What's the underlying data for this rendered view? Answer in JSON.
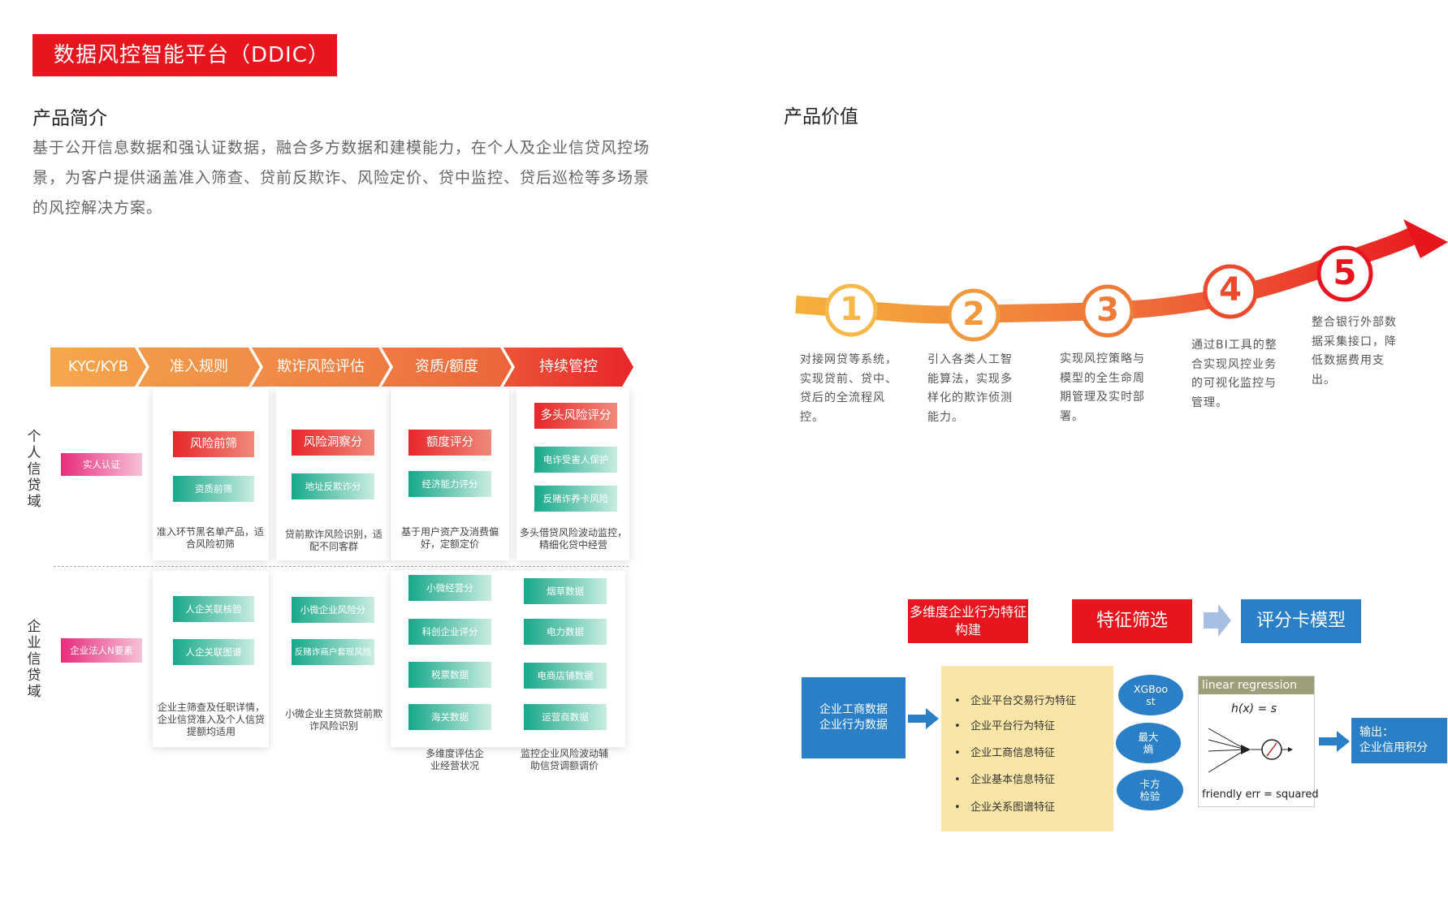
{
  "page_title": "数据风控智能平台（DDIC）",
  "intro": {
    "heading": "产品简介",
    "text": "基于公开信息数据和强认证数据，融合多方数据和建模能力，在个人及企业信贷风控场景，为客户提供涵盖准入筛查、贷前反欺诈、风险定价、贷中监控、贷后巡检等多场景的风控解决方案。"
  },
  "value": {
    "heading": "产品价值",
    "steps": [
      {
        "num": "1",
        "text": "对接网贷等系统，实现贷前、贷中、贷后的全流程风控。"
      },
      {
        "num": "2",
        "text": "引入各类人工智能算法，实现多样化的欺诈侦测能力。"
      },
      {
        "num": "3",
        "text": "实现风控策略与模型的全生命周期管理及实时部署。"
      },
      {
        "num": "4",
        "text": "通过BI工具的整合实现风控业务的可视化监控与管理。"
      },
      {
        "num": "5",
        "text": "整合银行外部数据采集接口，降低数据费用支出。"
      }
    ]
  },
  "flow": {
    "stages": [
      "KYC/KYB",
      "准入规则",
      "欺诈风险评估",
      "资质/额度",
      "持续管控"
    ],
    "domains": [
      "个人信贷域",
      "企业信贷域"
    ],
    "personal": {
      "kyc": "实人认证",
      "access": {
        "red": "风险前筛",
        "green": [
          "资质前筛"
        ],
        "desc": "准入环节黑名单产品，适合风险初筛"
      },
      "fraud": {
        "red": "风险洞察分",
        "green": [
          "地址反欺诈分"
        ],
        "desc": "贷前欺诈风险识别，适配不同客群"
      },
      "quota": {
        "red": "额度评分",
        "green": [
          "经济能力评分"
        ],
        "desc": "基于用户资产及消费偏好，定额定价"
      },
      "monitor": {
        "red": "多头风险评分",
        "green": [
          "电诈受害人保护",
          "反赌诈养卡风险"
        ],
        "desc": "多头借贷风险波动监控，精细化贷中经营"
      }
    },
    "enterprise": {
      "kyc": "企业法人N要素",
      "access": {
        "green": [
          "人企关联核验",
          "人企关联图谱"
        ],
        "desc": "企业主筛查及任职详情，企业信贷准入及个人信贷提额均适用"
      },
      "fraud": {
        "green": [
          "小微企业风险分",
          "反赌诈商户套现风险"
        ],
        "desc": "小微企业主贷款贷前欺诈风险识别"
      },
      "quota": {
        "green": [
          "小微经营分",
          "科创企业评分",
          "税票数据",
          "海关数据"
        ],
        "desc": "多维度评估企业经营状况"
      },
      "monitor": {
        "green": [
          "烟草数据",
          "电力数据",
          "电商店铺数据",
          "运营商数据"
        ],
        "desc": "监控企业风险波动辅助信贷调额调价"
      }
    }
  },
  "model": {
    "step1": "多维度企业行为特征构建",
    "step2": "特征筛选",
    "step3": "评分卡模型",
    "input": [
      "企业工商数据",
      "企业行为数据"
    ],
    "features": [
      "企业平台交易行为特征",
      "企业平台行为特征",
      "企业工商信息特征",
      "企业基本信息特征",
      "企业关系图谱特征"
    ],
    "methods": [
      "XGBoost",
      "最大熵",
      "卡方检验"
    ],
    "lr_title": "linear regression",
    "lr_formula": "h(x) = s",
    "lr_footer": "friendly err = squared",
    "output": [
      "输出：",
      "企业信用积分"
    ]
  }
}
